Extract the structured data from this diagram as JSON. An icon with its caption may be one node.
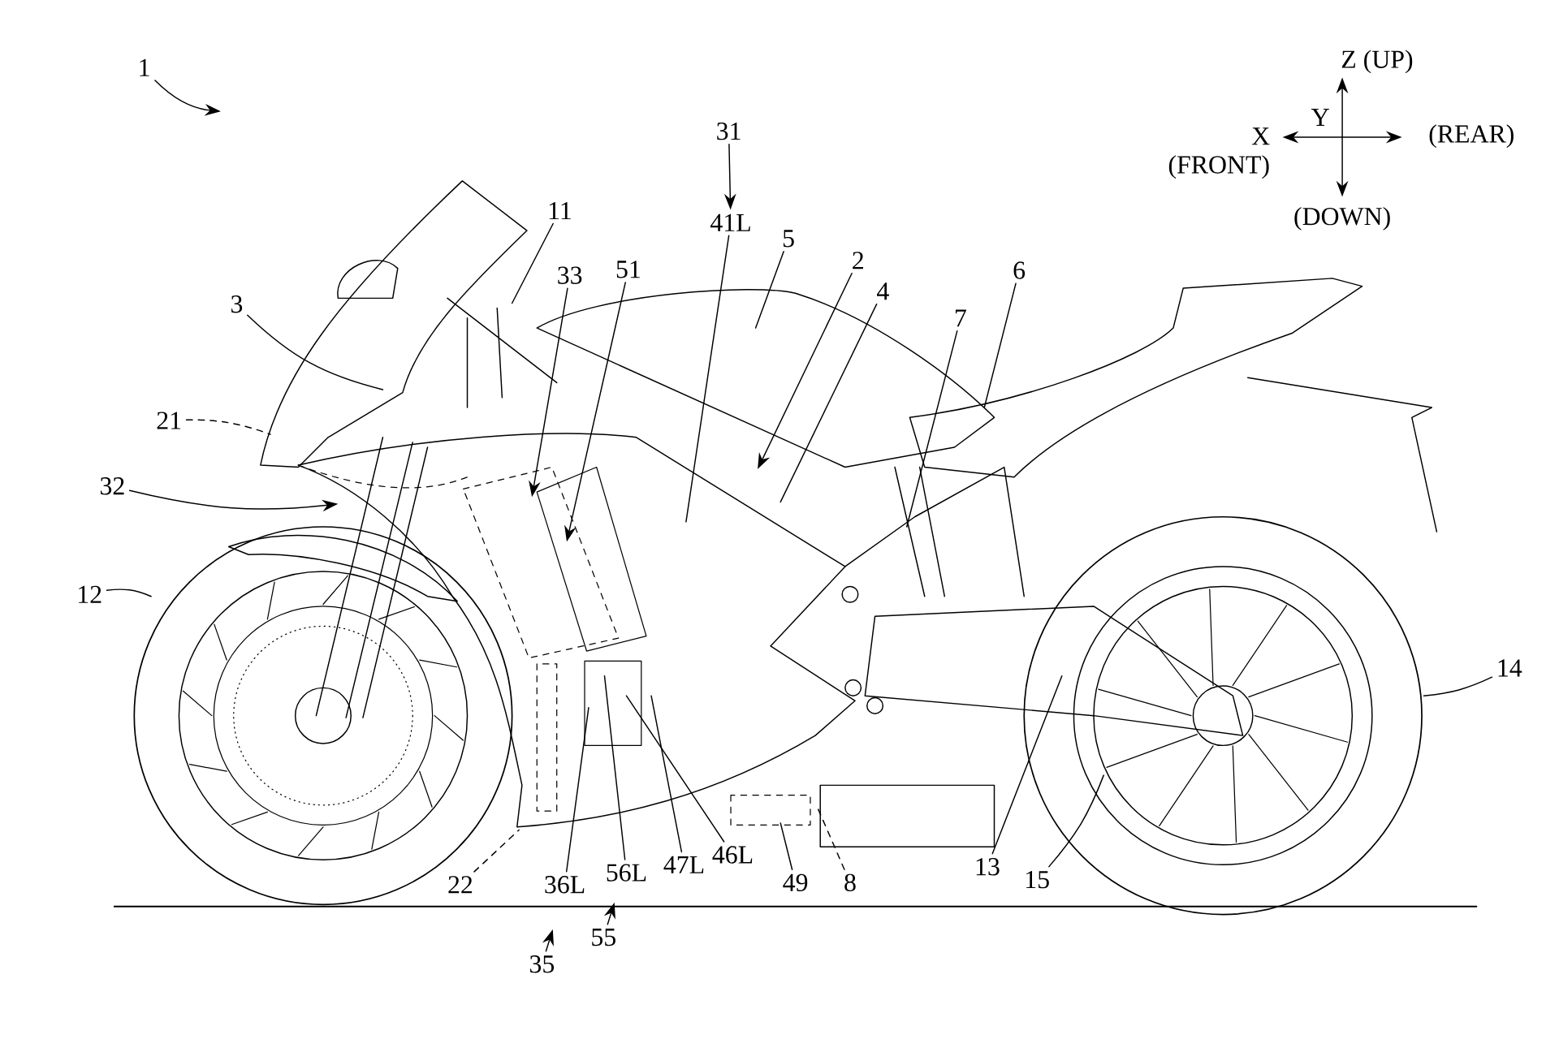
{
  "diagram": {
    "nodes": [
      {
        "text": [
          "1"
        ]
      },
      {
        "text": [
          "31"
        ]
      },
      {
        "text": [
          "11"
        ]
      },
      {
        "text": [
          "41L"
        ]
      },
      {
        "text": [
          "5"
        ]
      },
      {
        "text": [
          "2"
        ]
      },
      {
        "text": [
          "6"
        ]
      },
      {
        "text": [
          "51"
        ]
      },
      {
        "text": [
          "33"
        ]
      },
      {
        "text": [
          "4"
        ]
      },
      {
        "text": [
          "3"
        ]
      },
      {
        "text": [
          "7"
        ]
      },
      {
        "text": [
          "21"
        ]
      },
      {
        "text": [
          "32"
        ]
      },
      {
        "text": [
          "12"
        ]
      },
      {
        "text": [
          "14"
        ]
      },
      {
        "text": [
          "46L"
        ]
      },
      {
        "text": [
          "47L"
        ]
      },
      {
        "text": [
          "13"
        ]
      },
      {
        "text": [
          "56L"
        ]
      },
      {
        "text": [
          "15"
        ]
      },
      {
        "text": [
          "22"
        ]
      },
      {
        "text": [
          "36L"
        ]
      },
      {
        "text": [
          "49"
        ]
      },
      {
        "text": [
          "8"
        ]
      },
      {
        "text": [
          "55"
        ]
      },
      {
        "text": [
          "35"
        ]
      }
    ],
    "edges": [
      {
        "from": 0,
        "to": null,
        "arrow": "to"
      },
      {
        "from": 1,
        "to": 3,
        "arrow": "to"
      },
      {
        "from": 2,
        "to": null,
        "arrow": "none"
      },
      {
        "from": 3,
        "to": null,
        "arrow": "none"
      },
      {
        "from": 4,
        "to": null,
        "arrow": "none"
      },
      {
        "from": 5,
        "to": null,
        "arrow": "to"
      },
      {
        "from": 6,
        "to": null,
        "arrow": "none"
      },
      {
        "from": 7,
        "to": null,
        "arrow": "to"
      },
      {
        "from": 8,
        "to": null,
        "arrow": "to"
      },
      {
        "from": 9,
        "to": null,
        "arrow": "none"
      },
      {
        "from": 10,
        "to": null,
        "arrow": "none"
      },
      {
        "from": 11,
        "to": null,
        "arrow": "none"
      },
      {
        "from": 12,
        "to": null,
        "arrow": "none",
        "style": "dashed"
      },
      {
        "from": 13,
        "to": null,
        "arrow": "to"
      },
      {
        "from": 14,
        "to": null,
        "arrow": "none"
      },
      {
        "from": 15,
        "to": null,
        "arrow": "none"
      },
      {
        "from": 16,
        "to": null,
        "arrow": "none"
      },
      {
        "from": 17,
        "to": null,
        "arrow": "none"
      },
      {
        "from": 18,
        "to": null,
        "arrow": "none"
      },
      {
        "from": 19,
        "to": null,
        "arrow": "none"
      },
      {
        "from": 20,
        "to": null,
        "arrow": "none"
      },
      {
        "from": 21,
        "to": null,
        "arrow": "none",
        "style": "dashed"
      },
      {
        "from": 22,
        "to": null,
        "arrow": "none"
      },
      {
        "from": 23,
        "to": null,
        "arrow": "none"
      },
      {
        "from": 24,
        "to": null,
        "arrow": "none",
        "style": "dashed"
      },
      {
        "from": 25,
        "to": null,
        "arrow": "to"
      },
      {
        "from": 26,
        "to": null,
        "arrow": "to"
      }
    ],
    "labels": [
      "Z (UP)",
      "Y",
      "X",
      "(REAR)",
      "(FRONT)",
      "(DOWN)"
    ]
  }
}
